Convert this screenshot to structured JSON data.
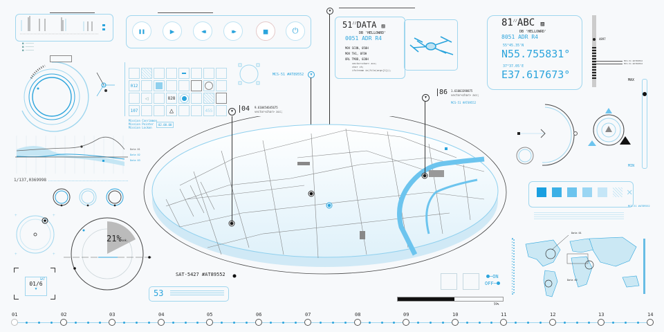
{
  "media_controls": {
    "buttons": [
      {
        "name": "pause",
        "glyph": "❚❚"
      },
      {
        "name": "play",
        "glyph": "▶"
      },
      {
        "name": "rewind",
        "glyph": "◀◀"
      },
      {
        "name": "fast-forward",
        "glyph": "▶▶"
      },
      {
        "name": "stop",
        "glyph": "■"
      },
      {
        "name": "power",
        "glyph": "⏻"
      }
    ]
  },
  "data_panel": {
    "title_num": "51",
    "title_sep": "//",
    "title_text": "DATA",
    "db_label": "DB 'HELLOWRD'",
    "address": "0051 ADR R4",
    "lines": [
      "MOV SCON, 050H",
      "MOV TH1, 0FDH",
      "ORL TMOD, 020H"
    ],
    "code": [
      "vector<char> acc;",
      "char ch;",
      "ifstream in(file(argv[1]));"
    ]
  },
  "coords_panel": {
    "title_num": "81",
    "title_sep": "//",
    "title_text": "ABC",
    "db_label": "DB 'HELLOWRD'",
    "address": "8051 ADR R4",
    "lat_small": "55°45.35'N",
    "lat": "N55.755831°",
    "lon_small": "37°37.05'E",
    "lon": "E37.617673°"
  },
  "gauge": {
    "marker_label": "4897",
    "side_labels": [
      "MCS-51 #AT89552",
      "MCS-51 #AT89552"
    ],
    "max_label": "MAX",
    "min_label": "MIN"
  },
  "grid_panel": {
    "cells": {
      "c012": "012",
      "c828": "828",
      "c107": "107",
      "c455": "455"
    },
    "notes": [
      "Mission Conrimmon",
      "Mission Pointer",
      "Mission Lockon"
    ],
    "badge": "02.00.00"
  },
  "mcs_label": "MCS-51 #AT89552",
  "callout_04": {
    "num": "04",
    "value": "9.610454645675",
    "code": "vector<char> acc;"
  },
  "callout_86": {
    "num": "86",
    "value": "1.61003398875",
    "code": "vector<char> acc;",
    "tag": "MCS-51 #AT89552"
  },
  "wave_chart": {
    "id_label": "1/137,0369998",
    "legend": [
      "Data 01",
      "Data 02",
      "Data 03"
    ]
  },
  "pie_gauge": {
    "percent": "21%",
    "unit": "sek."
  },
  "date_widget": {
    "day": "SAT",
    "date": "01/6"
  },
  "sat_label": "SAT-5427 #AT89552",
  "counter": {
    "value": "53"
  },
  "toggle": {
    "on": "ON",
    "off": "OFF"
  },
  "progress": {
    "percent": 59,
    "label": "59%"
  },
  "swatches": {
    "colors": [
      "#1a9fe0",
      "#3cb0e6",
      "#6cc4ee",
      "#9ad6f3",
      "#c5e6f7"
    ],
    "tag": "MCS-51 #AT89552"
  },
  "world_map": {
    "labels": [
      "Data 01",
      "Data 02"
    ]
  },
  "timeline": {
    "labels": [
      "01",
      "02",
      "03",
      "04",
      "05",
      "06",
      "07",
      "08",
      "09",
      "10",
      "11",
      "12",
      "13",
      "14"
    ]
  }
}
